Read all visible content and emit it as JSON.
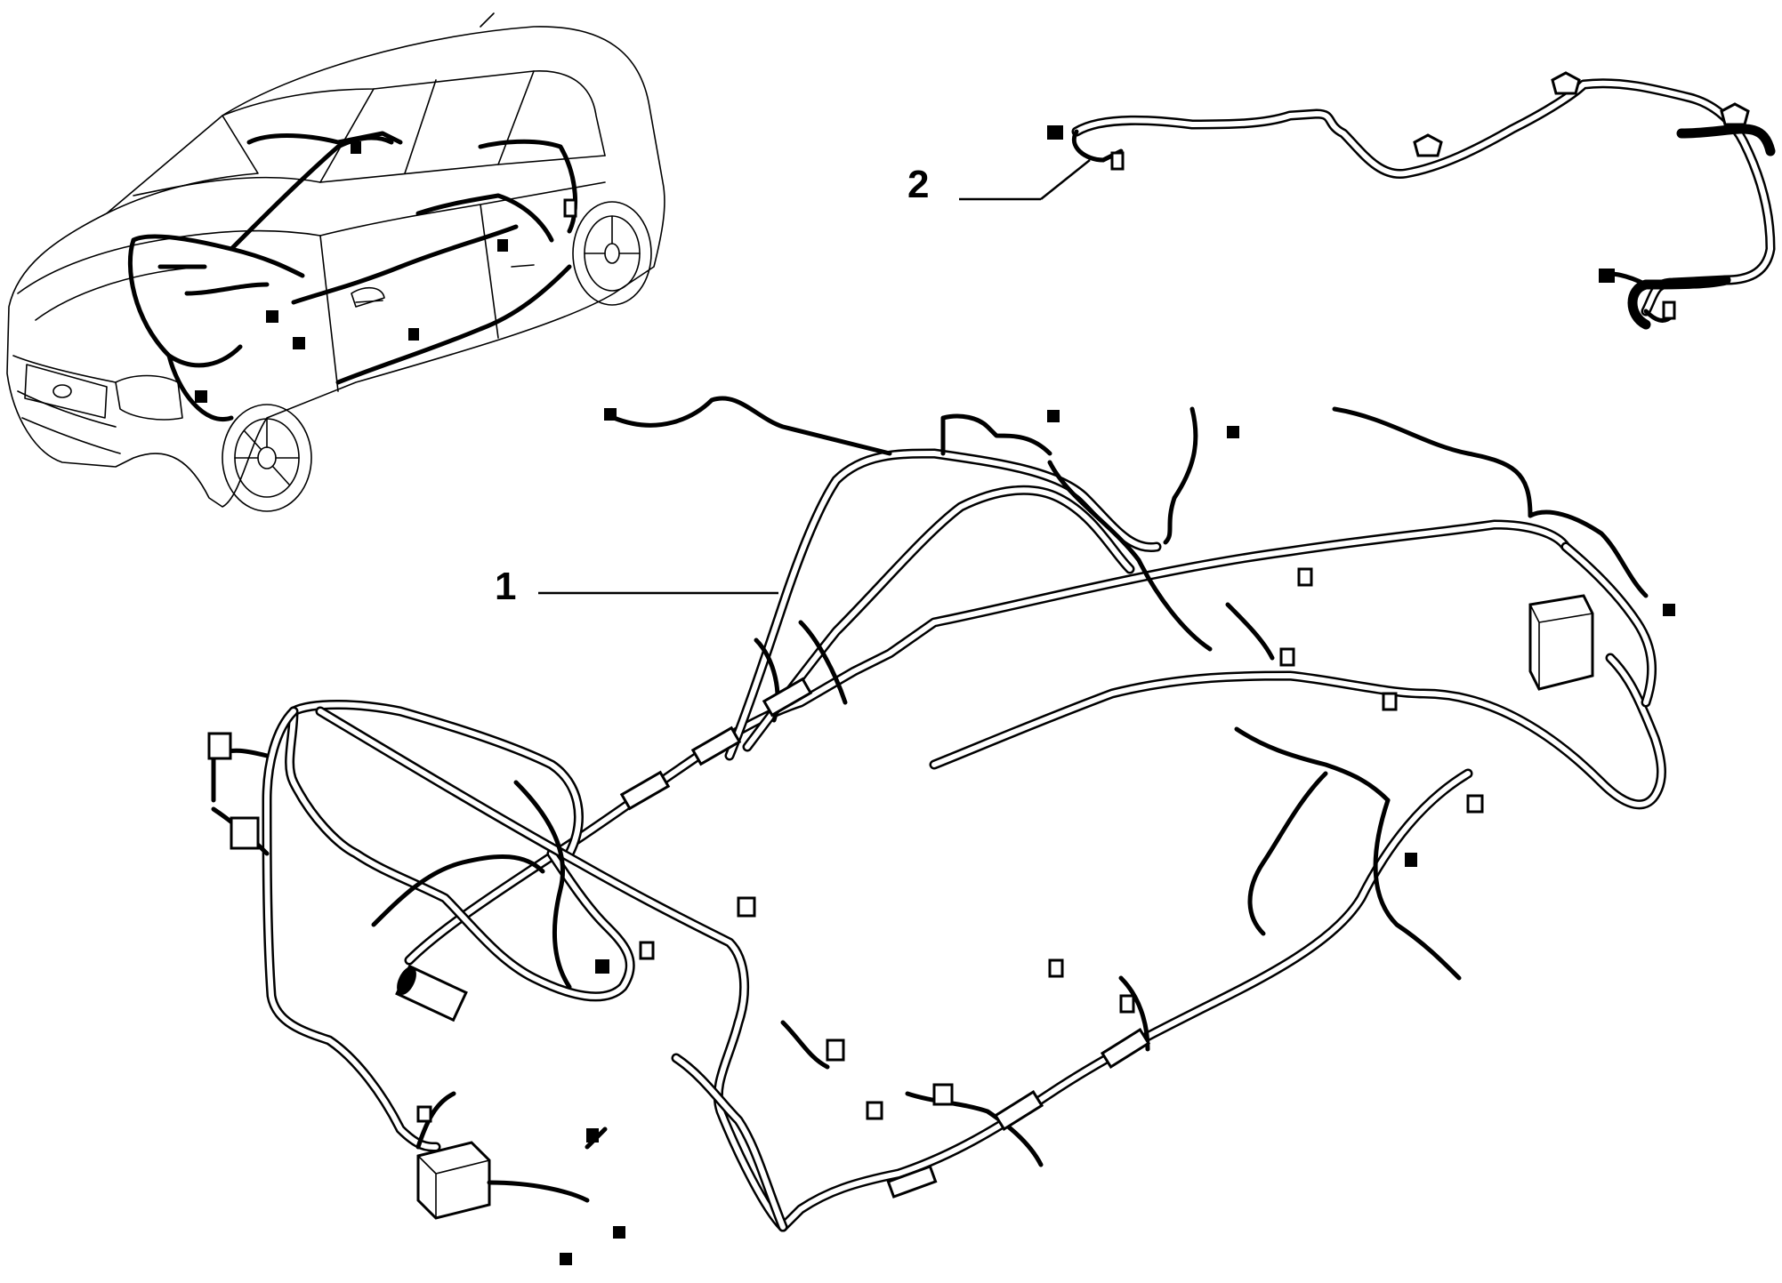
{
  "callouts": [
    {
      "id": "1",
      "text": "1"
    },
    {
      "id": "2",
      "text": "2"
    }
  ]
}
